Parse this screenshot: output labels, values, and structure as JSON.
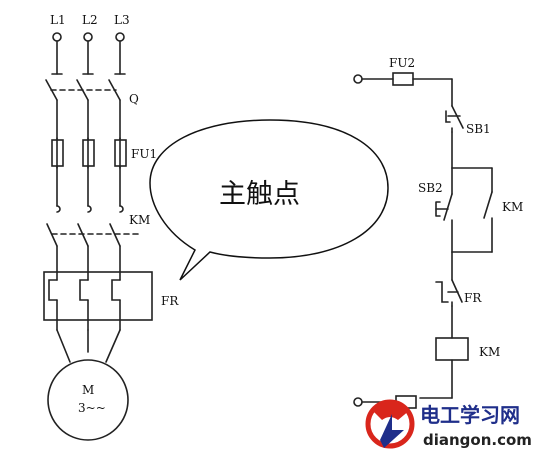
{
  "main_circuit": {
    "phases": [
      "L1",
      "L2",
      "L3"
    ],
    "switch_label": "Q",
    "fuse_label": "FU1",
    "contactor_label": "KM",
    "overload_label": "FR",
    "motor": {
      "label": "M",
      "sublabel": "3~~"
    }
  },
  "callout": {
    "text": "主触点"
  },
  "control_circuit": {
    "fuse_label": "FU2",
    "stop_button_label": "SB1",
    "start_button_label": "SB2",
    "aux_contact_label": "KM",
    "overload_contact_label": "FR",
    "coil_label": "KM"
  },
  "watermark": {
    "title": "电工学习网",
    "url": "diangon.com"
  },
  "colors": {
    "line": "#222222",
    "watermark_red": "#d9261c",
    "watermark_blue": "#1f2e8a"
  }
}
